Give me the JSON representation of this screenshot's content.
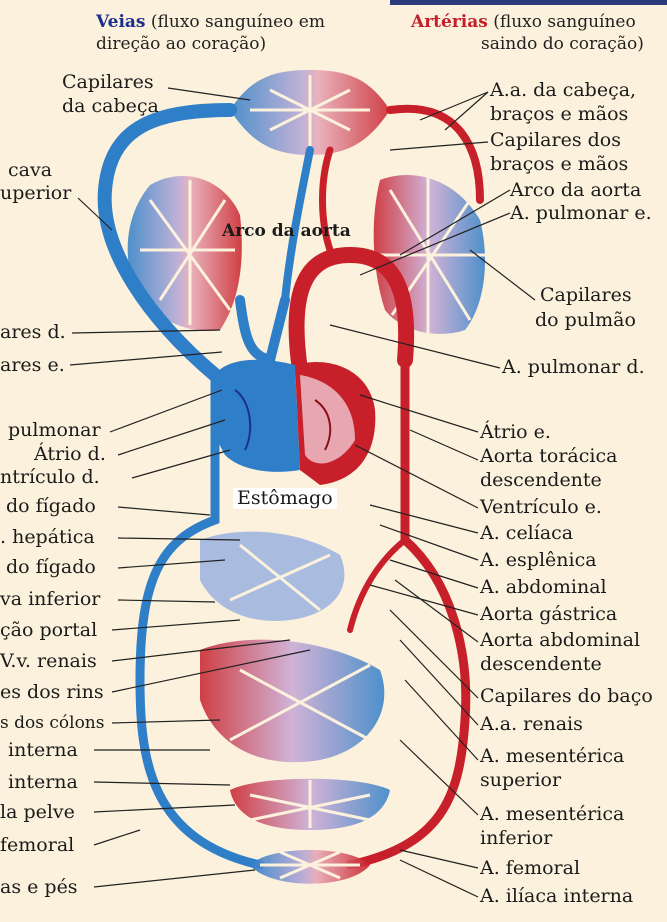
{
  "header": {
    "veins_title": "Veias",
    "veins_note_1": "(fluxo sanguíneo em",
    "veins_note_2": "direção ao coração)",
    "arteries_title": "Artérias",
    "arteries_note_1": "(fluxo sanguíneo",
    "arteries_note_2": "saindo do coração)"
  },
  "colors": {
    "vein": "#2f7fc8",
    "artery": "#c8202a",
    "vein_label": "#1c2f8f",
    "artery_label": "#c4202a"
  },
  "center_labels": {
    "aortic_arch": "Arco da aorta",
    "stomach": "Estômago"
  },
  "left_labels": [
    "Capilares",
    "da cabeça",
    "cava",
    "uperior",
    "ares d.",
    "ares e.",
    "pulmonar",
    "Átrio d.",
    "ntrículo d.",
    "do fígado",
    ". hepática",
    "do fígado",
    "va inferior",
    "ção portal",
    "V.v. renais",
    "es dos rins",
    "s dos cólons",
    "interna",
    "interna",
    "la pelve",
    "femoral",
    "as e pés"
  ],
  "right_labels": [
    "A.a. da cabeça,",
    "braços e mãos",
    "Capilares dos",
    "braços e mãos",
    "Arco da aorta",
    "A. pulmonar e.",
    "Capilares",
    "do pulmão",
    "A. pulmonar d.",
    "Átrio e.",
    "Aorta torácica",
    "descendente",
    "Ventrículo e.",
    "A. celíaca",
    "A. esplênica",
    "A. abdominal",
    "Aorta gástrica",
    "Aorta abdominal",
    "descendente",
    "Capilares do baço",
    "A.a. renais",
    "A. mesentérica",
    "superior",
    "A. mesentérica",
    "inferior",
    "A. femoral",
    "A. ilíaca interna"
  ]
}
